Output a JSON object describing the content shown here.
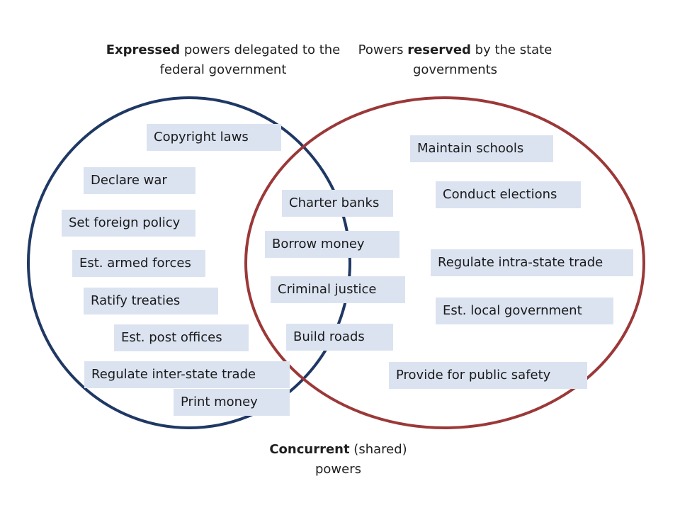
{
  "colors": {
    "federal_circle": "#1f3864",
    "state_circle": "#9b3838",
    "label_box": "#dbe3f1",
    "text": "#1a1a1a"
  },
  "headings": {
    "federal": {
      "bold": "Expressed",
      "rest": " powers delegated to the federal government"
    },
    "state": {
      "pre": "Powers ",
      "bold": "reserved",
      "post": " by the state governments"
    },
    "concurrent": {
      "bold": "Concurrent",
      "rest": " (shared) powers"
    }
  },
  "federal_powers": [
    "Copyright laws",
    "Declare war",
    "Set foreign policy",
    "Est. armed forces",
    "Ratify treaties",
    "Est. post offices",
    "Regulate inter-state trade",
    "Print money"
  ],
  "concurrent_powers": [
    "Charter banks",
    "Borrow money",
    "Criminal justice",
    "Build roads"
  ],
  "state_powers": [
    "Maintain schools",
    "Conduct elections",
    "Regulate intra-state trade",
    "Est. local government",
    "Provide for public safety"
  ]
}
